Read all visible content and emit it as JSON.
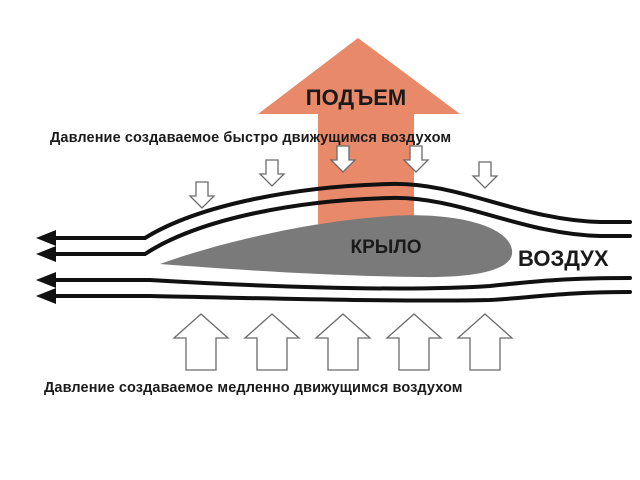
{
  "labels": {
    "lift": "ПОДЪЕМ",
    "wing": "КРЫЛО",
    "air": "ВОЗДУХ",
    "top_pressure": "Давление создаваемое быстро движущимся воздухом",
    "bottom_pressure": "Давление создаваемое медленно движущимся воздухом"
  },
  "colors": {
    "lift_arrow": "#e8896a",
    "wing": "#7a7a7a",
    "airflow": "#111111",
    "pressure_arrow_stroke": "#6b6b6b"
  },
  "icons": {
    "lift": "arrow-up",
    "airflow": "arrow-left",
    "top_pressure": "arrow-down",
    "bottom_pressure": "arrow-up"
  }
}
